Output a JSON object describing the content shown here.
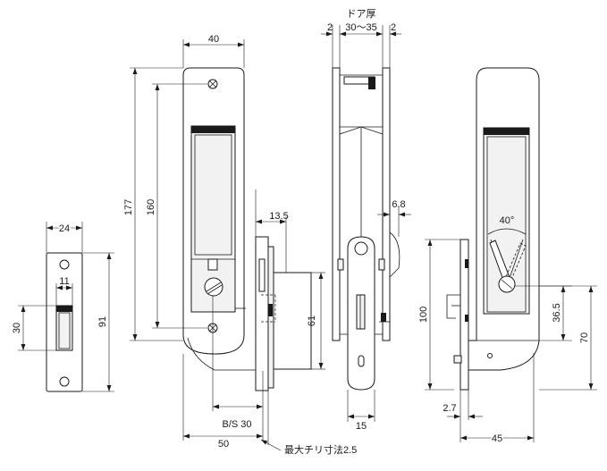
{
  "dimensions": {
    "strike_width": "24",
    "strike_slot_width": "11",
    "strike_slot_height": "30",
    "strike_height": "91",
    "body_width": "40",
    "plate_height": "177",
    "hole_pitch": "160",
    "door_thickness_label": "ドア厚",
    "door_clear_left": "2",
    "door_thickness_range": "30〜35",
    "door_clear_right": "2",
    "edge_offset": "13.5",
    "handle_offset": "6.8",
    "case_height": "61",
    "backset": "B/S 30",
    "total_depth": "50",
    "max_chiri": "最大チリ寸法2.5",
    "lever_width": "15",
    "lever_angle": "40°",
    "frame_height": "100",
    "latch_height": "36.5",
    "frame_total": "70",
    "frame_offset": "2.7",
    "frame_depth": "45"
  }
}
